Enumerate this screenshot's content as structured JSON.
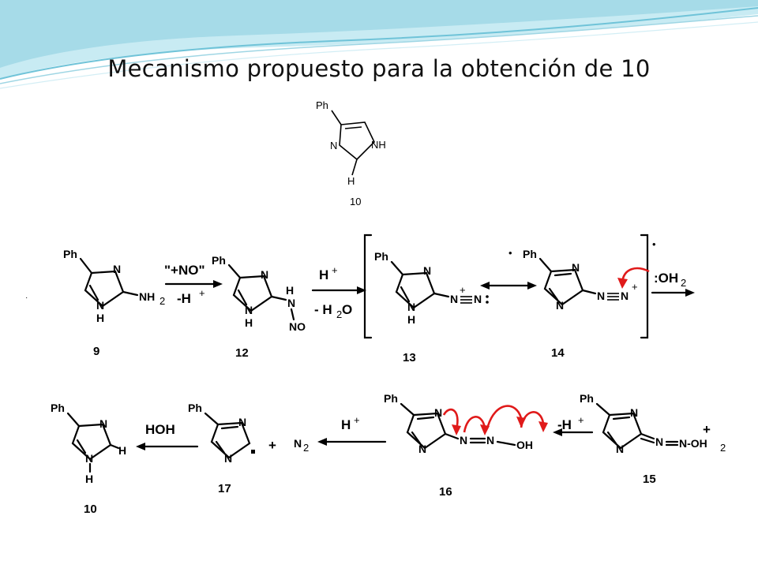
{
  "title": "Mecanismo propuesto para la obtención de 10",
  "colors": {
    "wave_dark": "#6fc3d8",
    "wave_light": "#c8ebf3",
    "arrow_red": "#e01a1a"
  },
  "atoms": {
    "ph": "Ph",
    "n": "N",
    "nh": "NH",
    "h": "H",
    "nh2": "NH",
    "sub2": "2",
    "no": "NO",
    "oh": "OH",
    "hplus": "H",
    "plus": "+",
    "dot": "•",
    "n2": "N",
    "oh2": ":OH",
    "noh2": "N-OH"
  },
  "labels": {
    "c10_top": "10",
    "c9": "9",
    "c12": "12",
    "c13": "13",
    "c14": "14",
    "c15": "15",
    "c16": "16",
    "c17": "17",
    "c10_bottom": "10"
  },
  "reagents": {
    "nitrosonium": "\"+NO\"",
    "minus_h": "-H",
    "h_plus": "H",
    "minus_h2o": "- H",
    "h2o_o": "O",
    "hoh": "HOH",
    "plus_sign": "+"
  }
}
